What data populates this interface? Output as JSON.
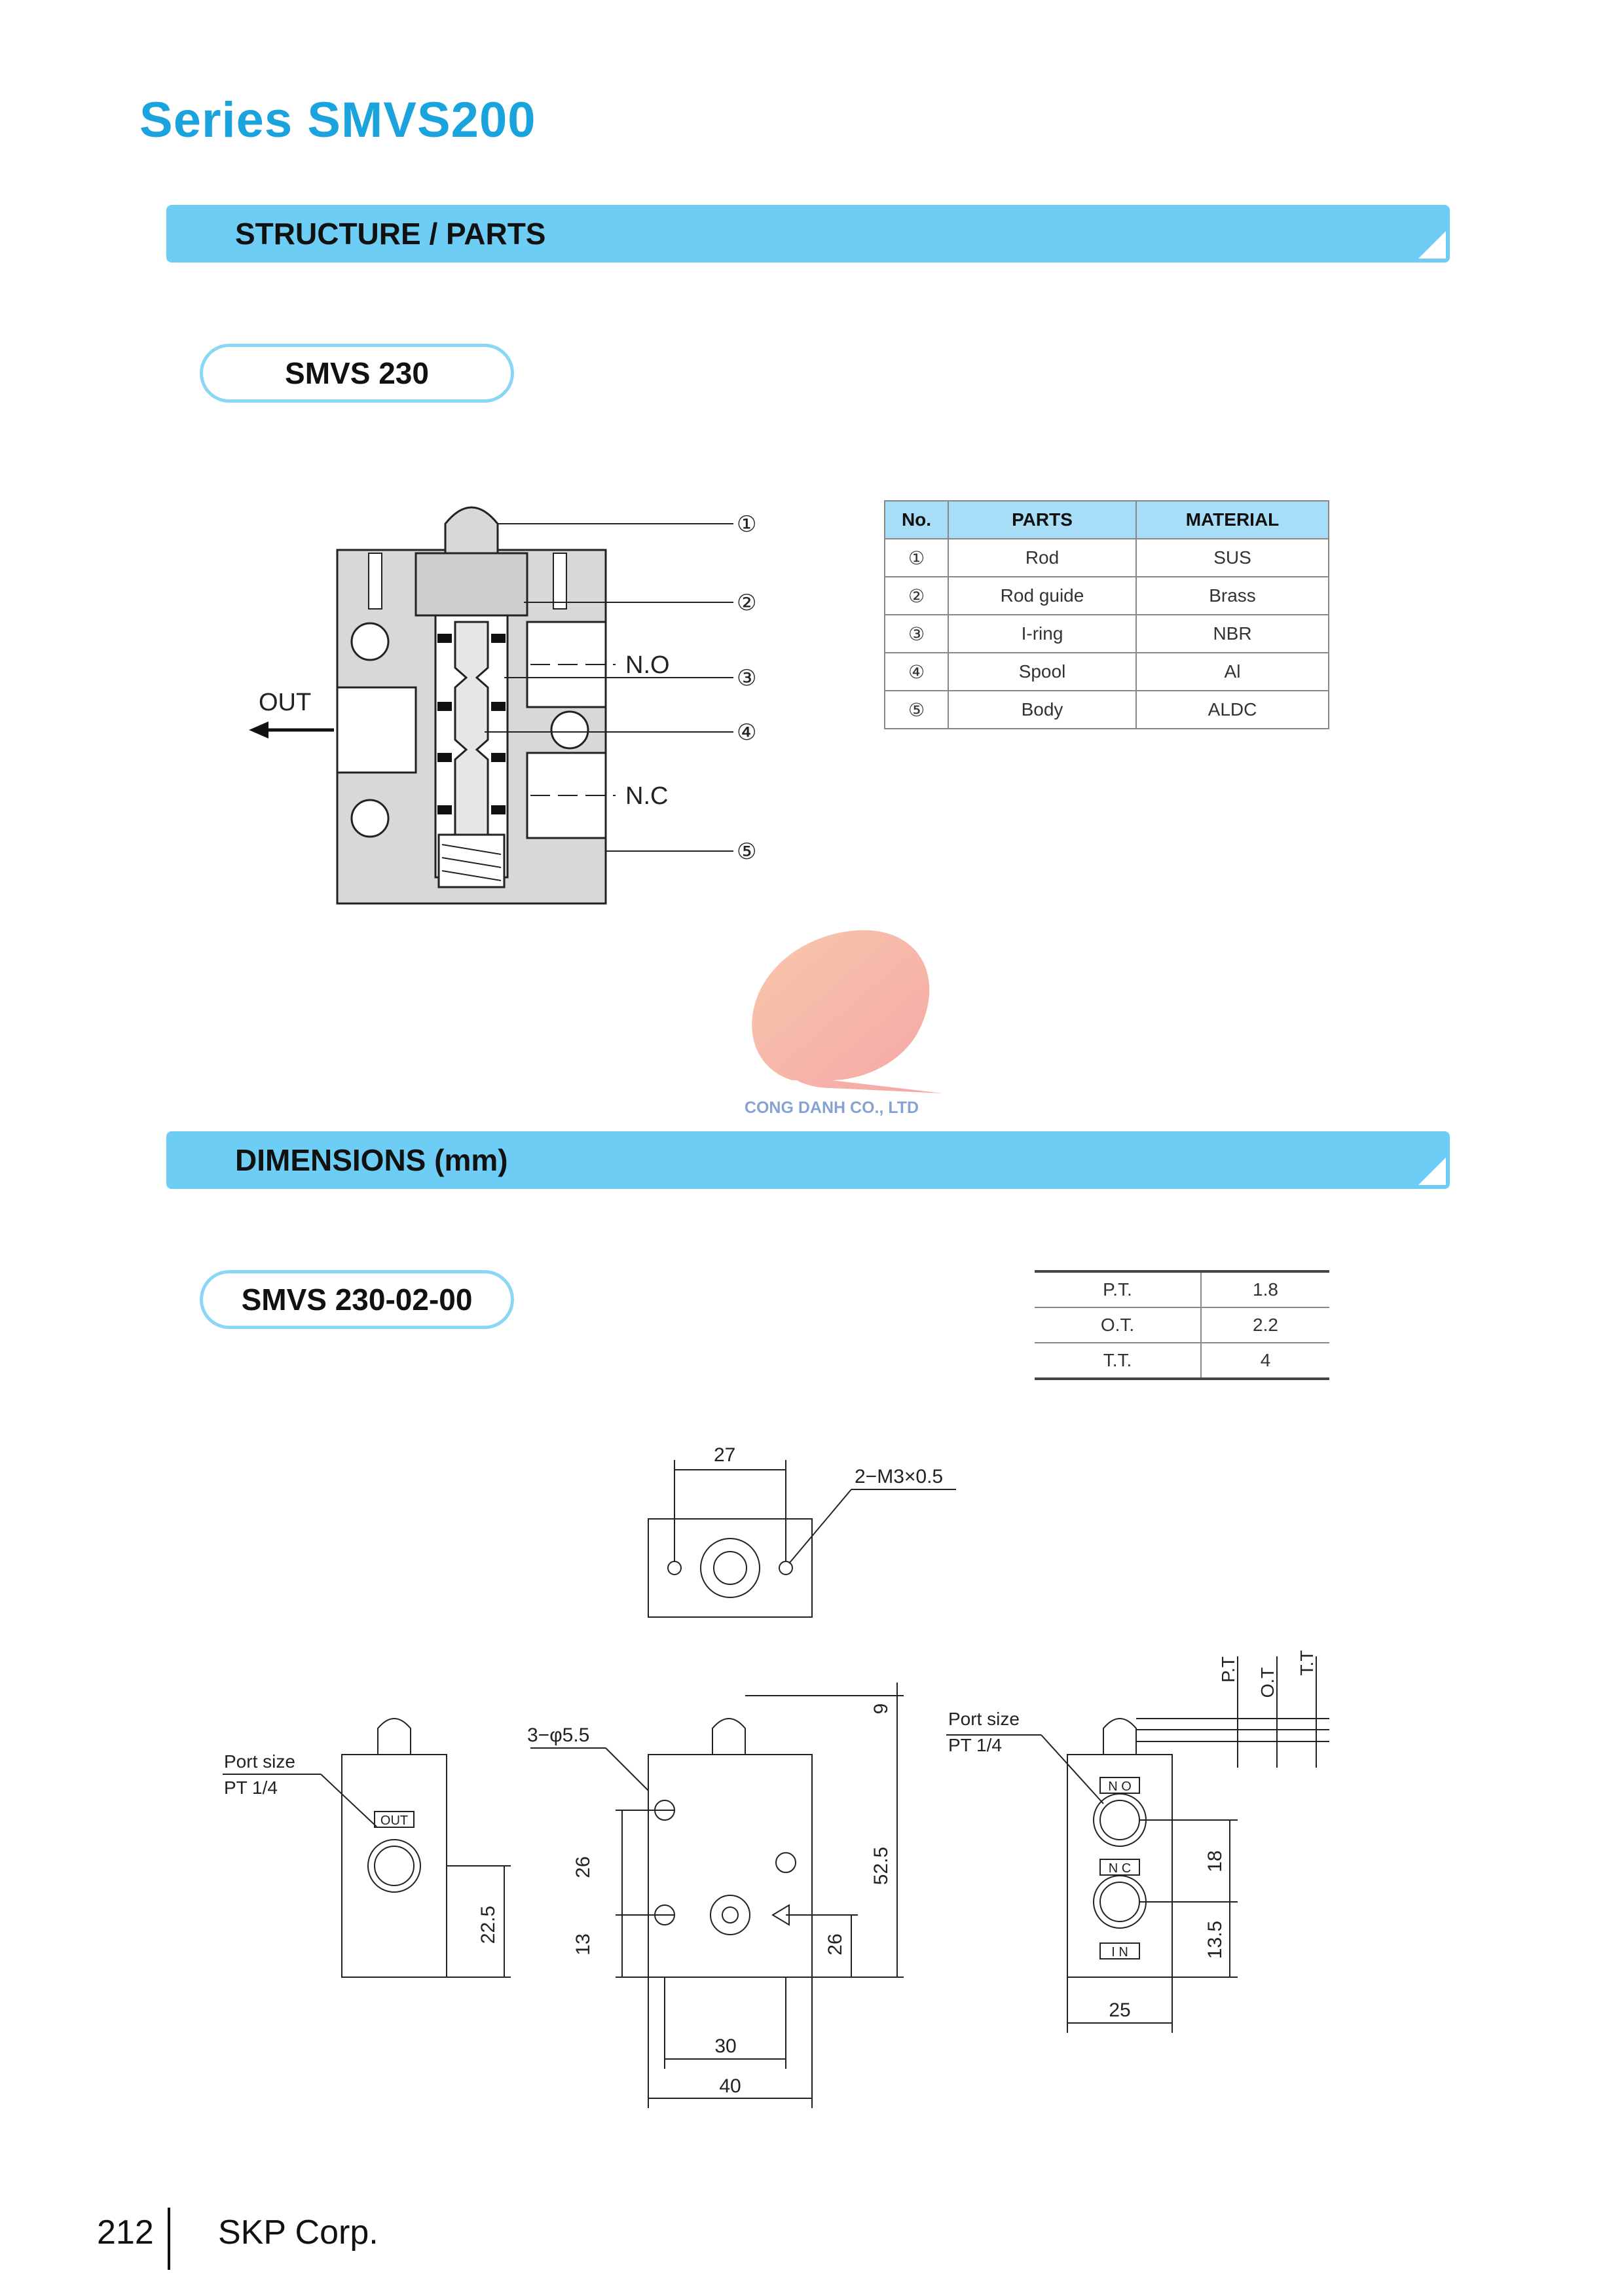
{
  "page": {
    "series_title": "Series SMVS200",
    "page_number": "212",
    "company": "SKP Corp."
  },
  "structure": {
    "banner": "STRUCTURE / PARTS",
    "model": "SMVS 230",
    "labels": {
      "out": "OUT",
      "no": "N.O",
      "nc": "N.C",
      "callouts": [
        "①",
        "②",
        "③",
        "④",
        "⑤"
      ]
    },
    "table": {
      "headers": [
        "No.",
        "PARTS",
        "MATERIAL"
      ],
      "rows": [
        [
          "①",
          "Rod",
          "SUS"
        ],
        [
          "②",
          "Rod guide",
          "Brass"
        ],
        [
          "③",
          "I-ring",
          "NBR"
        ],
        [
          "④",
          "Spool",
          "Al"
        ],
        [
          "⑤",
          "Body",
          "ALDC"
        ]
      ]
    }
  },
  "watermark": {
    "text": "CONG DANH CO., LTD",
    "colors": [
      "#f08080",
      "#f7c89a",
      "#6a8cc7"
    ]
  },
  "dimensions": {
    "banner": "DIMENSIONS (mm)",
    "model": "SMVS 230-02-00",
    "spec_table": [
      [
        "P.T.",
        "1.8"
      ],
      [
        "O.T.",
        "2.2"
      ],
      [
        "T.T.",
        "4"
      ]
    ],
    "top_view": {
      "width": "27",
      "thread": "2−M3×0.5"
    },
    "left_view": {
      "port_label": "Port size",
      "port_size": "PT 1/4",
      "port_name": "OUT",
      "height": "22.5"
    },
    "front_view": {
      "holes": "3−φ5.5",
      "dim_26_left": "26",
      "dim_13": "13",
      "dim_26_right": "26",
      "dim_52_5": "52.5",
      "dim_9": "9",
      "dim_30": "30",
      "dim_40": "40"
    },
    "right_view": {
      "port_label": "Port size",
      "port_size": "PT 1/4",
      "port_no": "N O",
      "port_nc": "N C",
      "port_in": "I N",
      "dim_18": "18",
      "dim_13_5": "13.5",
      "dim_25": "25",
      "pt": "P.T",
      "ot": "O.T",
      "tt": "T.T"
    }
  }
}
